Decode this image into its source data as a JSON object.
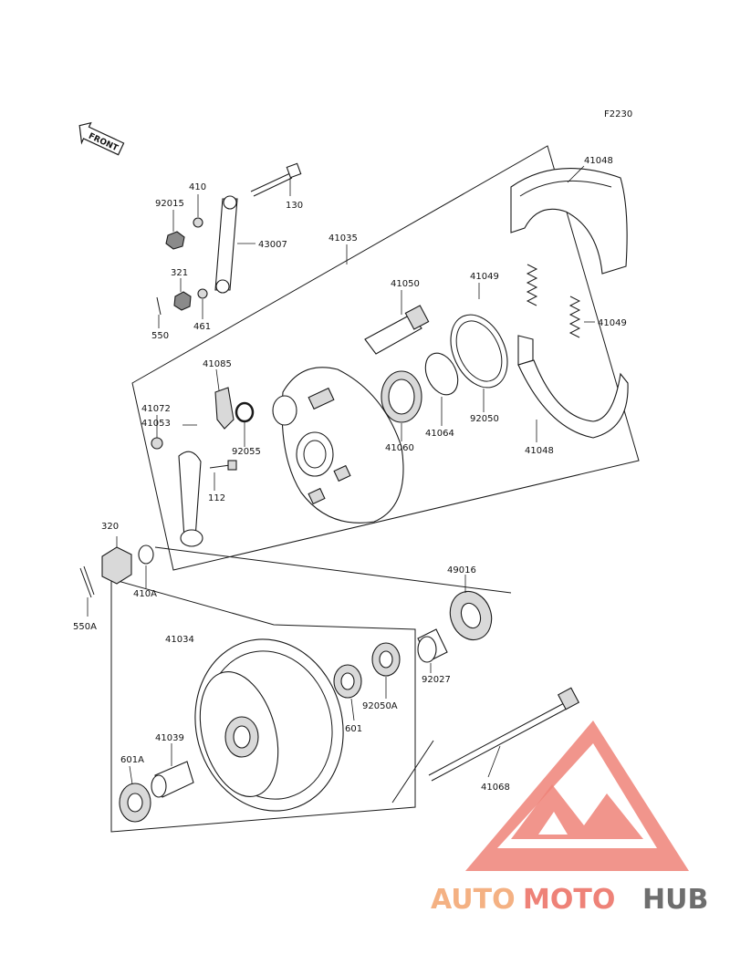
{
  "figure": {
    "code": "F2230",
    "front_label": "FRONT"
  },
  "labels": {
    "p41048a": "41048",
    "p41048b": "41048",
    "p130": "130",
    "p410": "410",
    "p92015": "92015",
    "p43007": "43007",
    "p41035": "41035",
    "p321": "321",
    "p550": "550",
    "p461": "461",
    "p41050": "41050",
    "p41049a": "41049",
    "p41049b": "41049",
    "p41085": "41085",
    "p41072": "41072",
    "p41053": "41053",
    "p92055": "92055",
    "p112": "112",
    "p41060": "41060",
    "p41064": "41064",
    "p92050": "92050",
    "p320": "320",
    "p410A": "410A",
    "p550A": "550A",
    "p49016": "49016",
    "p41034": "41034",
    "p92027": "92027",
    "p92050A": "92050A",
    "p601": "601",
    "p41039": "41039",
    "p601A": "601A",
    "p41068": "41068"
  },
  "watermark": {
    "part1": "AUTO",
    "part2": "MOTO",
    "part3": "HUB"
  },
  "colors": {
    "wm_orange": "#f4b183",
    "wm_red": "#ee8278",
    "wm_dark": "#6e6e6e",
    "line": "#1a1a1a"
  }
}
